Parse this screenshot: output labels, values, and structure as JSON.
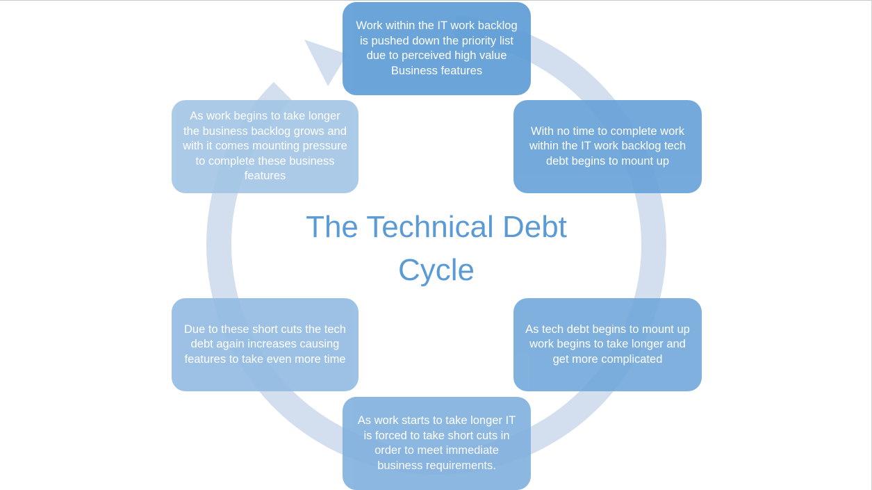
{
  "title": "The Technical Debt Cycle",
  "colors": {
    "ring": "#d3deef",
    "title": "#5b9bd5",
    "box_text": "#ffffff"
  },
  "steps": [
    {
      "text": "Work within the IT work backlog is pushed down the priority list due to perceived high value Business features",
      "color": "#5b9bd5"
    },
    {
      "text": "With no time to complete work within the IT work backlog tech debt begins to mount up",
      "color": "#66a1d8"
    },
    {
      "text": "As tech debt begins to mount up work begins to take longer and get more complicated",
      "color": "#72a8db"
    },
    {
      "text": "As work starts to take longer IT is forced to take short cuts in order to meet immediate business requirements.",
      "color": "#80b0de"
    },
    {
      "text": "Due to these short cuts the tech debt again increases causing features to take even more time",
      "color": "#92bbe2"
    },
    {
      "text": "As work begins to take longer the business backlog grows and with it comes mounting pressure to complete these business features",
      "color": "#a2c5e6"
    }
  ]
}
